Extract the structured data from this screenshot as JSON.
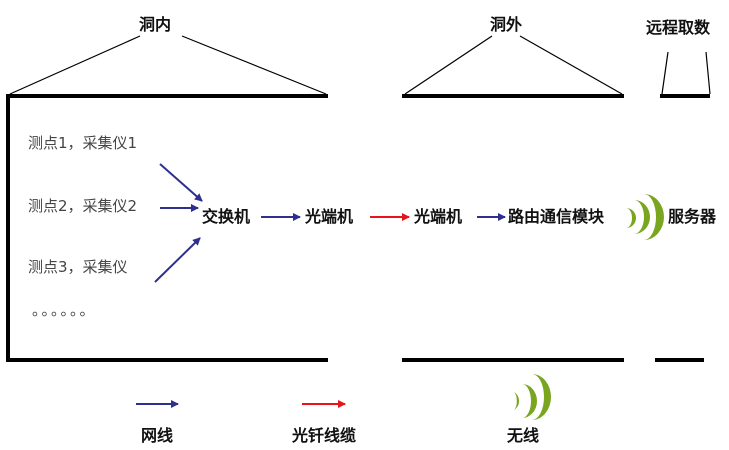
{
  "sections": {
    "inside_tunnel": "洞内",
    "outside_tunnel": "洞外",
    "remote_fetch": "远程取数"
  },
  "measure_points": {
    "p1": "测点1，采集仪1",
    "p2": "测点2，采集仪2",
    "p3": "测点3，采集仪",
    "more": "。。。。。。"
  },
  "nodes": {
    "switch": "交换机",
    "optical_terminal_1": "光端机",
    "optical_terminal_2": "光端机",
    "router_module": "路由通信模块",
    "server": "服务器"
  },
  "legend": {
    "network_cable": "网线",
    "fiber_cable": "光钎线缆",
    "wireless": "无线"
  },
  "colors": {
    "network_arrow": "#2e2f8f",
    "fiber_arrow": "#e8141b",
    "wireless_icon": "#7aa51f",
    "frame": "#000000"
  }
}
